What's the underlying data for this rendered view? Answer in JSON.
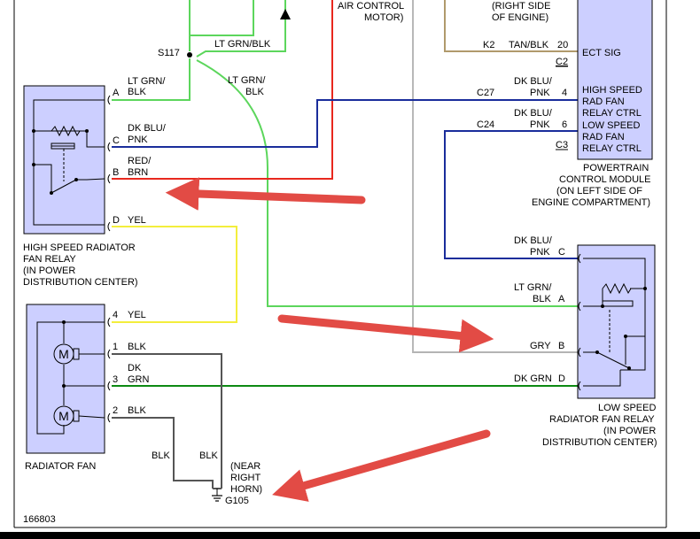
{
  "colors": {
    "ltgrn_blk": "#5cd65c",
    "red_brn": "#e8281e",
    "dkblu_pnk": "#1a2d9b",
    "yel": "#f3ee3c",
    "blk": "#555555",
    "dkgrn": "#0c8a12",
    "gry": "#b4b4b4",
    "tan_blk": "#b09a6c",
    "box_fill": "#cccfff",
    "arrow": "#e24b45"
  },
  "top_labels": {
    "air_control_1": "AIR CONTROL",
    "air_control_2": "MOTOR)",
    "right_side_1": "(RIGHT SIDE",
    "right_side_2": "OF ENGINE)"
  },
  "splice": {
    "name": "S117",
    "top_wire": "LT GRN/BLK",
    "down_wire_1": "LT GRN/",
    "down_wire_2": "BLK"
  },
  "high_relay": {
    "pins": [
      {
        "pin": "A",
        "wire1": "LT GRN/",
        "wire2": "BLK"
      },
      {
        "pin": "C",
        "wire1": "DK BLU/",
        "wire2": "PNK"
      },
      {
        "pin": "B",
        "wire1": "RED/",
        "wire2": "BRN"
      },
      {
        "pin": "D",
        "wire1": "YEL",
        "wire2": ""
      }
    ],
    "label": [
      "HIGH SPEED RADIATOR",
      "FAN RELAY",
      "(IN POWER",
      "DISTRIBUTION CENTER)"
    ]
  },
  "radiator_fan": {
    "pins": [
      {
        "pin": "4",
        "wire1": "YEL",
        "wire2": ""
      },
      {
        "pin": "1",
        "wire1": "BLK",
        "wire2": ""
      },
      {
        "pin": "3",
        "wire1": "DK",
        "wire2": "GRN"
      },
      {
        "pin": "2",
        "wire1": "BLK",
        "wire2": ""
      }
    ],
    "motor_symbol": "M",
    "label": "RADIATOR FAN"
  },
  "ground": {
    "wire_left": "BLK",
    "wire_right": "BLK",
    "location": [
      "(NEAR",
      "RIGHT",
      "HORN)"
    ],
    "name": "G105"
  },
  "pcm": {
    "top_row": {
      "circuit": "K2",
      "wire": "TAN/BLK",
      "pin": "20",
      "signal": "ECT SIG"
    },
    "connector_c2": "C2",
    "row_c27": {
      "circuit": "C27",
      "wire1": "DK BLU/",
      "wire2": "PNK",
      "pin": "4",
      "signal": [
        "HIGH SPEED",
        "RAD FAN",
        "RELAY CTRL"
      ]
    },
    "row_c24": {
      "circuit": "C24",
      "wire1": "DK BLU/",
      "wire2": "PNK",
      "pin": "6",
      "signal": [
        "LOW SPEED",
        "RAD FAN",
        "RELAY CTRL"
      ]
    },
    "connector_c3": "C3",
    "label": [
      "POWERTRAIN",
      "CONTROL MODULE",
      "(ON LEFT SIDE OF",
      "ENGINE COMPARTMENT)"
    ]
  },
  "low_relay": {
    "pins": [
      {
        "pin": "C",
        "wire1": "DK BLU/",
        "wire2": "PNK"
      },
      {
        "pin": "A",
        "wire1": "LT GRN/",
        "wire2": "BLK"
      },
      {
        "pin": "B",
        "wire1": "GRY",
        "wire2": ""
      },
      {
        "pin": "D",
        "wire1": "DK GRN",
        "wire2": ""
      }
    ],
    "label": [
      "LOW SPEED",
      "RADIATOR FAN RELAY",
      "(IN POWER",
      "DISTRIBUTION CENTER)"
    ]
  },
  "figure_number": "166803"
}
